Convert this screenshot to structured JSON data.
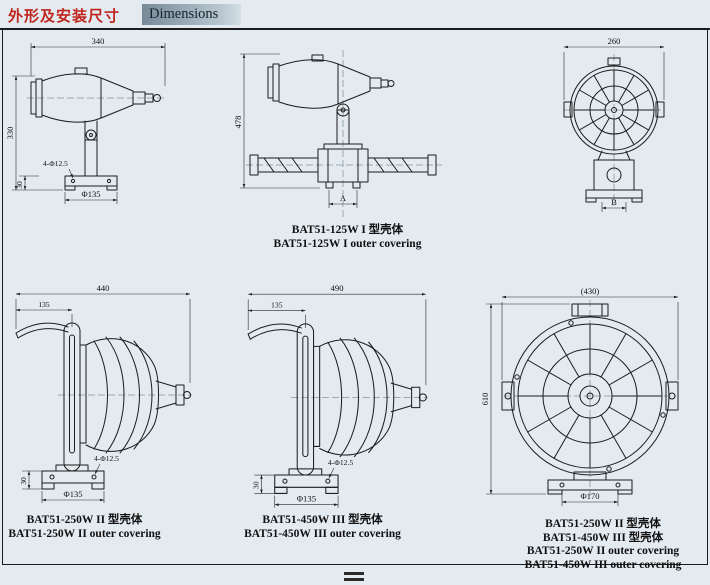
{
  "header": {
    "title_zh": "外形及安装尺寸",
    "title_en": "Dimensions"
  },
  "colors": {
    "accent_red": "#c0251e",
    "band_gray": "#8fa2ae",
    "line_black": "#1c1c1c",
    "page_bg": "#e3eaf0"
  },
  "fig1": {
    "dim_width": "340",
    "dim_height": "330",
    "dim_base_height": "30",
    "dim_holes": "4-Φ12.5",
    "dim_bolt_circle": "Φ135"
  },
  "fig2": {
    "dim_height": "478",
    "dim_a": "A",
    "caption_zh": "BAT51-125W I 型壳体",
    "caption_en": "BAT51-125W I  outer covering"
  },
  "fig3": {
    "dim_width": "260",
    "dim_b": "B"
  },
  "fig4": {
    "dim_width": "440",
    "dim_offset": "135",
    "dim_holes": "4-Φ12.5",
    "dim_base_height": "30",
    "dim_bolt_circle": "Φ135",
    "caption_zh": "BAT51-250W II 型壳体",
    "caption_en": "BAT51-250W II outer covering"
  },
  "fig5": {
    "dim_width": "490",
    "dim_offset": "135",
    "dim_holes": "4-Φ12.5",
    "dim_base_height": "30",
    "dim_bolt_circle": "Φ135",
    "caption_zh": "BAT51-450W III 型壳体",
    "caption_en": "BAT51-450W III outer covering"
  },
  "fig6": {
    "dim_width": "(430)",
    "dim_height": "610",
    "dim_bolt_circle": "Φ170",
    "caption_zh_1": "BAT51-250W II 型壳体",
    "caption_zh_2": "BAT51-450W III 型壳体",
    "caption_en_1": "BAT51-250W II  outer covering",
    "caption_en_2": "BAT51-450W III  outer covering"
  }
}
